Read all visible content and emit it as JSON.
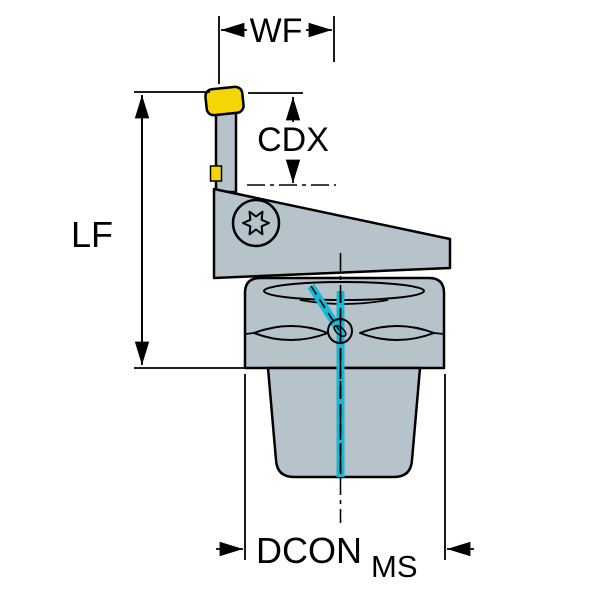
{
  "diagram": {
    "labels": {
      "wf": "WF",
      "cdx": "CDX",
      "lf": "LF",
      "dcon": "DCON",
      "ms": "MS"
    },
    "colors": {
      "body": "#b6c3cb",
      "insert": "#f6d508",
      "coolant": "#18b7d3",
      "outline": "#000000"
    }
  }
}
